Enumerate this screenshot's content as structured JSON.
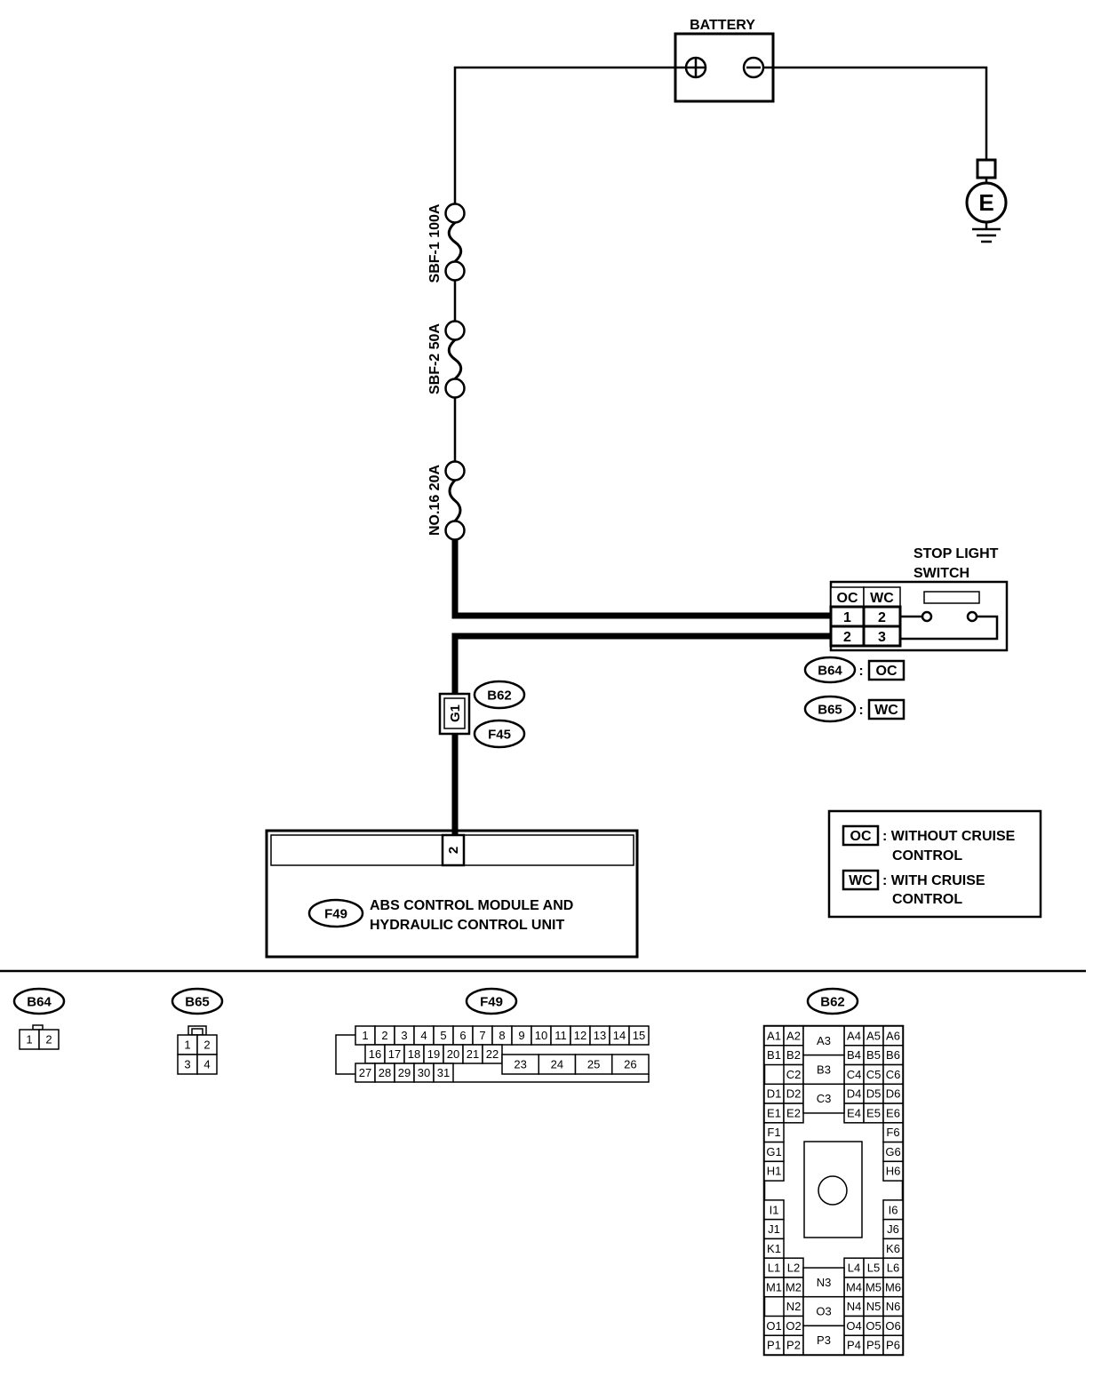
{
  "battery": {
    "label": "BATTERY"
  },
  "ground": {
    "symbol": "E"
  },
  "fuses": [
    {
      "label": "SBF-1 100A"
    },
    {
      "label": "SBF-2 50A"
    },
    {
      "label": "NO.16 20A"
    }
  ],
  "stop_light_switch": {
    "title_line1": "STOP LIGHT",
    "title_line2": "SWITCH",
    "columns": [
      "OC",
      "WC"
    ],
    "pins": [
      [
        "1",
        "2"
      ],
      [
        "2",
        "3"
      ]
    ]
  },
  "switch_variants": [
    {
      "connector": "B64",
      "separator": ":",
      "code": "OC"
    },
    {
      "connector": "B65",
      "separator": ":",
      "code": "WC"
    }
  ],
  "joint_connector": {
    "pin": "G1",
    "upper": "B62",
    "lower": "F45"
  },
  "abs_module": {
    "connector": "F49",
    "pin": "2",
    "line1": "ABS CONTROL MODULE AND",
    "line2": "HYDRAULIC CONTROL UNIT"
  },
  "legend": [
    {
      "code": "OC",
      "line1": ": WITHOUT CRUISE",
      "line2": "CONTROL"
    },
    {
      "code": "WC",
      "line1": ": WITH CRUISE",
      "line2": "CONTROL"
    }
  ],
  "connector_views": {
    "b64": {
      "name": "B64",
      "pins": [
        "1",
        "2"
      ]
    },
    "b65": {
      "name": "B65",
      "pins": [
        [
          "1",
          "2"
        ],
        [
          "3",
          "4"
        ]
      ]
    },
    "f49": {
      "name": "F49",
      "row1": [
        "1",
        "2",
        "3",
        "4",
        "5",
        "6",
        "7",
        "8",
        "9",
        "10",
        "11",
        "12",
        "13",
        "14",
        "15"
      ],
      "row2": [
        "16",
        "17",
        "18",
        "19",
        "20",
        "21",
        "22"
      ],
      "row2_large": [
        "23",
        "24",
        "25",
        "26"
      ],
      "row3": [
        "27",
        "28",
        "29",
        "30",
        "31"
      ]
    },
    "b62": {
      "name": "B62",
      "pin_rows": [
        [
          "A1",
          "A2",
          "A4",
          "A5",
          "A6"
        ],
        [
          "B1",
          "B2",
          "B4",
          "B5",
          "B6"
        ],
        [
          "C2",
          "C4",
          "C5",
          "C6"
        ],
        [
          "D1",
          "D2",
          "D4",
          "D5",
          "D6"
        ],
        [
          "E1",
          "E2",
          "E4",
          "E5",
          "E6"
        ],
        [
          "F1",
          "F6"
        ],
        [
          "G1",
          "G6"
        ],
        [
          "H1",
          "H6"
        ],
        [
          "I1",
          "I6"
        ],
        [
          "J1",
          "J6"
        ],
        [
          "K1",
          "K6"
        ],
        [
          "L1",
          "L2",
          "L4",
          "L5",
          "L6"
        ],
        [
          "M1",
          "M2",
          "M4",
          "M5",
          "M6"
        ],
        [
          "N2",
          "N4",
          "N5",
          "N6"
        ],
        [
          "O1",
          "O2",
          "O4",
          "O5",
          "O6"
        ],
        [
          "P1",
          "P2",
          "P4",
          "P5",
          "P6"
        ]
      ],
      "center_top": [
        "A3",
        "B3",
        "C3"
      ],
      "center_bottom": [
        "N3",
        "O3",
        "P3"
      ]
    }
  }
}
